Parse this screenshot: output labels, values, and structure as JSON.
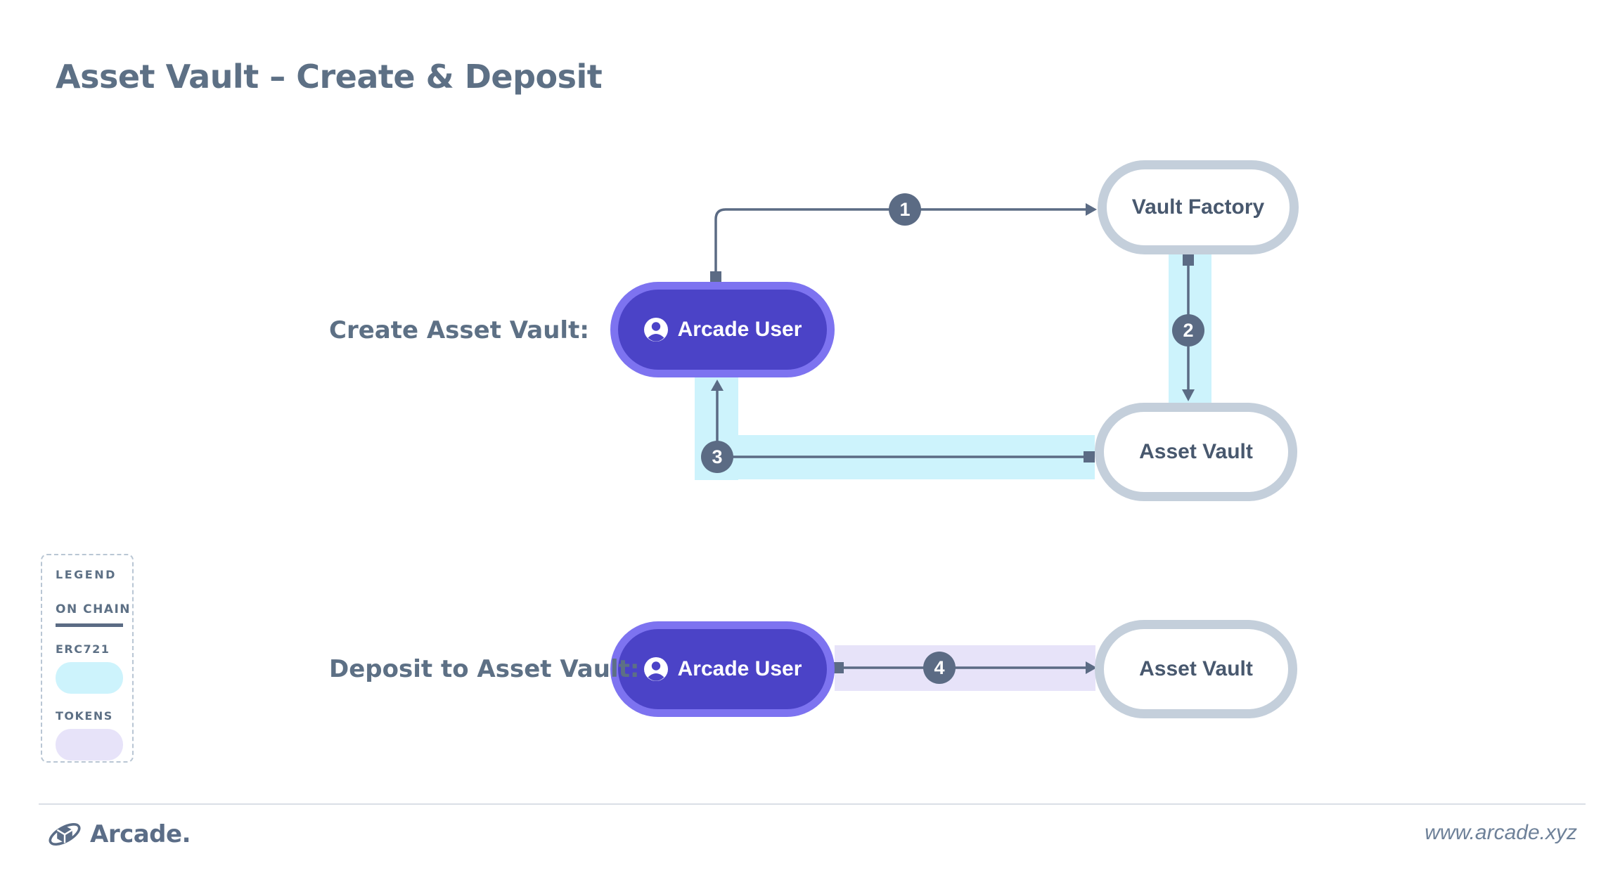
{
  "title": "Asset Vault – Create & Deposit",
  "rows": {
    "create": {
      "label": "Create Asset Vault:"
    },
    "deposit": {
      "label": "Deposit to Asset Vault:"
    }
  },
  "nodes": {
    "vault_factory": "Vault Factory",
    "arcade_user": "Arcade User",
    "asset_vault": "Asset Vault"
  },
  "steps": [
    "1",
    "2",
    "3",
    "4"
  ],
  "legend": {
    "title": "LEGEND",
    "section_title": "ON CHAIN",
    "items": [
      {
        "label": "ERC721",
        "color": "#cdf3fc"
      },
      {
        "label": "TOKENS",
        "color": "#e7e3f9"
      }
    ]
  },
  "footer": {
    "brand": "Arcade.",
    "url": "www.arcade.xyz"
  },
  "colors": {
    "heading": "#5d7085",
    "accent_purple": "#4b43c7",
    "accent_purple_border": "#7d73f0",
    "node_border": "#c4cfdb",
    "node_text": "#48586e",
    "connector": "#5b6b84",
    "erc721_band": "#cdf3fc",
    "tokens_band": "#e7e3f9"
  }
}
